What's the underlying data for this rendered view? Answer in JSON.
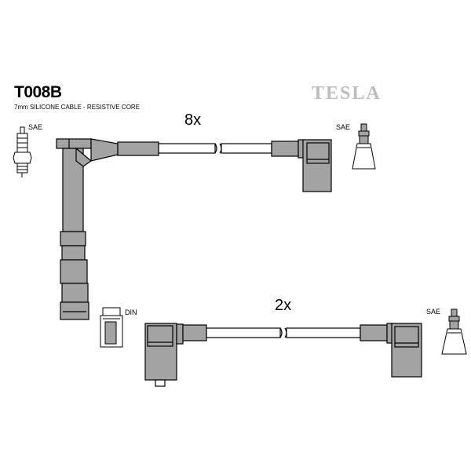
{
  "header": {
    "part_number": "T008B",
    "description": "7mm SILICONE CABLE - RESISTIVE CORE",
    "brand": "TESLA"
  },
  "cables": [
    {
      "quantity": "8x"
    },
    {
      "quantity": "2x"
    }
  ],
  "labels": {
    "spark_plug_left": "SAE",
    "terminal_right_1": "SAE",
    "terminal_right_2": "SAE",
    "din_connector": "DIN"
  },
  "colors": {
    "boot_gray": "#a3a3a3",
    "outline": "#000000",
    "brand_gray": "#bdbdbd"
  }
}
